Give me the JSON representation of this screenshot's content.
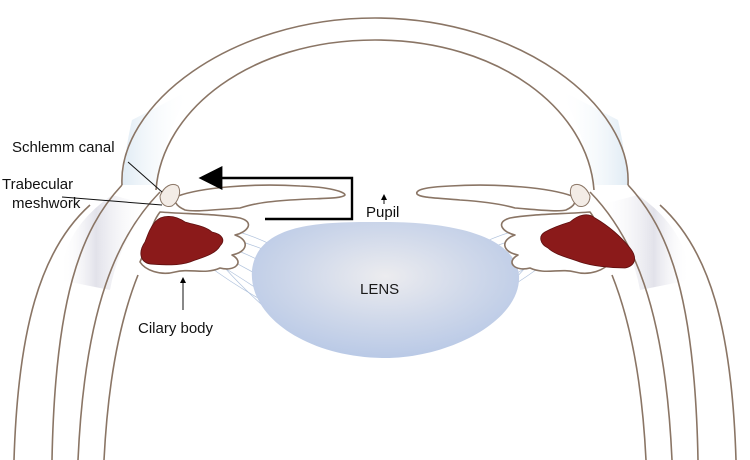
{
  "labels": {
    "schlemm_canal": "Schlemm canal",
    "trabecular_line1": "Trabecular",
    "trabecular_line2": "meshwork",
    "pupil": "Pupil",
    "lens": "LENS",
    "ciliary_body": "Cilary body"
  },
  "colors": {
    "tissue_outline": "#8a7565",
    "ciliary_muscle": "#8b1a1a",
    "lens_outer": "#b9c9e6",
    "lens_center": "#e9e9ee",
    "cornea_tint": "#e4eef6",
    "sclera_tint": "#e6e6ec",
    "flow_arrow": "#000000"
  }
}
